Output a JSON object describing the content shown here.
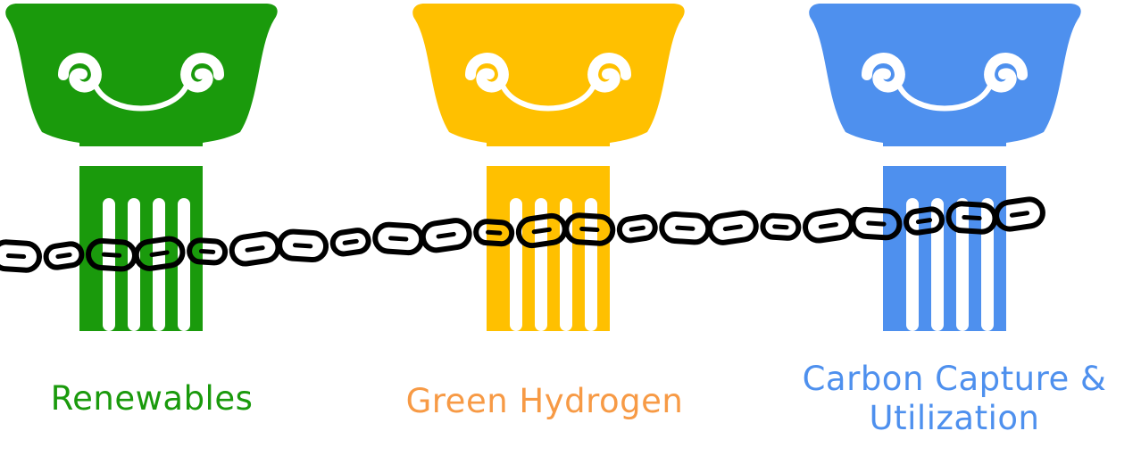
{
  "pillars": [
    {
      "id": "renewables",
      "label": "Renewables",
      "column_color": "#1A9A0C",
      "label_color": "#1A9A0C"
    },
    {
      "id": "hydrogen",
      "label": "Green Hydrogen",
      "column_color": "#FFC000",
      "label_color": "#F79A45"
    },
    {
      "id": "carbon",
      "label": "Carbon Capture & Utilization",
      "column_color": "#4E90EE",
      "label_color": "#4E90EE"
    }
  ],
  "chain": {
    "color": "#000000",
    "icon": "chain-icon"
  }
}
